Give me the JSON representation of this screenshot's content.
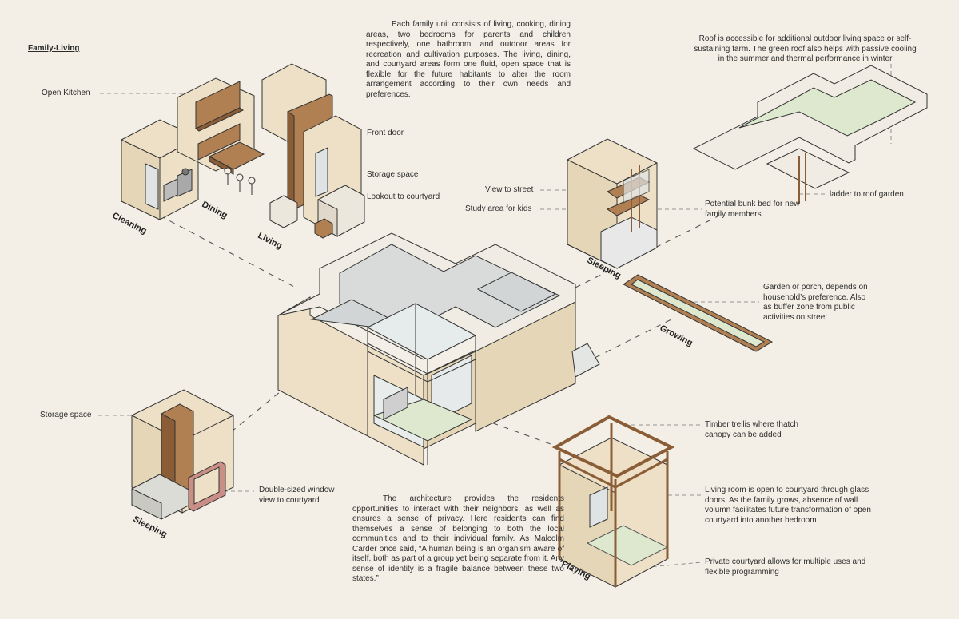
{
  "title": "Family-Living",
  "intro_text": "Each family unit consists of living, cooking, dining areas, two bedrooms for parents and children respectively, one bathroom, and outdoor areas for recreation and cultivation purposes. The living, dining, and courtyard areas form one fluid, open space that is flexible for the future habitants to alter the room arrangement according to their own needs and preferences.",
  "roof_text": "Roof is accessible for additional outdoor living space or self-sustaining farm. The green roof also helps with passive cooling in the summer and thermal performance in winter",
  "bottom_text": "The architecture provides the residents opportunities to interact with their neighbors, as well as ensures a sense of privacy. Here residents can find themselves a sense of belonging to both the local communities and to their individual family. As Malcolm Carder once said, “A human being is an organism aware of itself, both as part of a group yet being separate from it. Any sense of identity is a fragile balance between these two states.”",
  "labels": {
    "open_kitchen": "Open Kitchen",
    "front_door": "Front door",
    "storage_space_top": "Storage space",
    "lookout": "Lookout to courtyard",
    "view_street": "View to street",
    "study_area": "Study area for kids",
    "bunk_bed": "Potential bunk bed for new family members",
    "ladder": "ladder to roof garden",
    "garden": "Garden or porch, depends on household’s preference. Also as buffer zone from public activities on street",
    "storage_space_bottom": "Storage space",
    "double_window": "Double-sized window view to courtyard",
    "timber": "Timber trellis where thatch canopy can be added",
    "living_room": "Living room is open to courtyard through glass doors. As the family grows, absence of wall volumn facilitates future transformation of open courtyard into another bedroom.",
    "private_courtyard": "Private courtyard allows for multiple uses and flexible programming"
  },
  "rooms": {
    "cleaning": "Cleaning",
    "dining": "Dining",
    "living": "Living",
    "sleeping_top": "Sleeping",
    "growing": "Growing",
    "sleeping_bottom": "Sleeping",
    "playing": "Playing"
  },
  "colors": {
    "background": "#f3efe6",
    "wall": "#ede0c6",
    "wall_shade": "#e2d2b2",
    "wood": "#b07f52",
    "wood_dark": "#8a5d36",
    "glass": "#d9dcdc",
    "green": "#dde8cf",
    "frame": "#2b2b2b",
    "window_pink": "#c98f86"
  }
}
